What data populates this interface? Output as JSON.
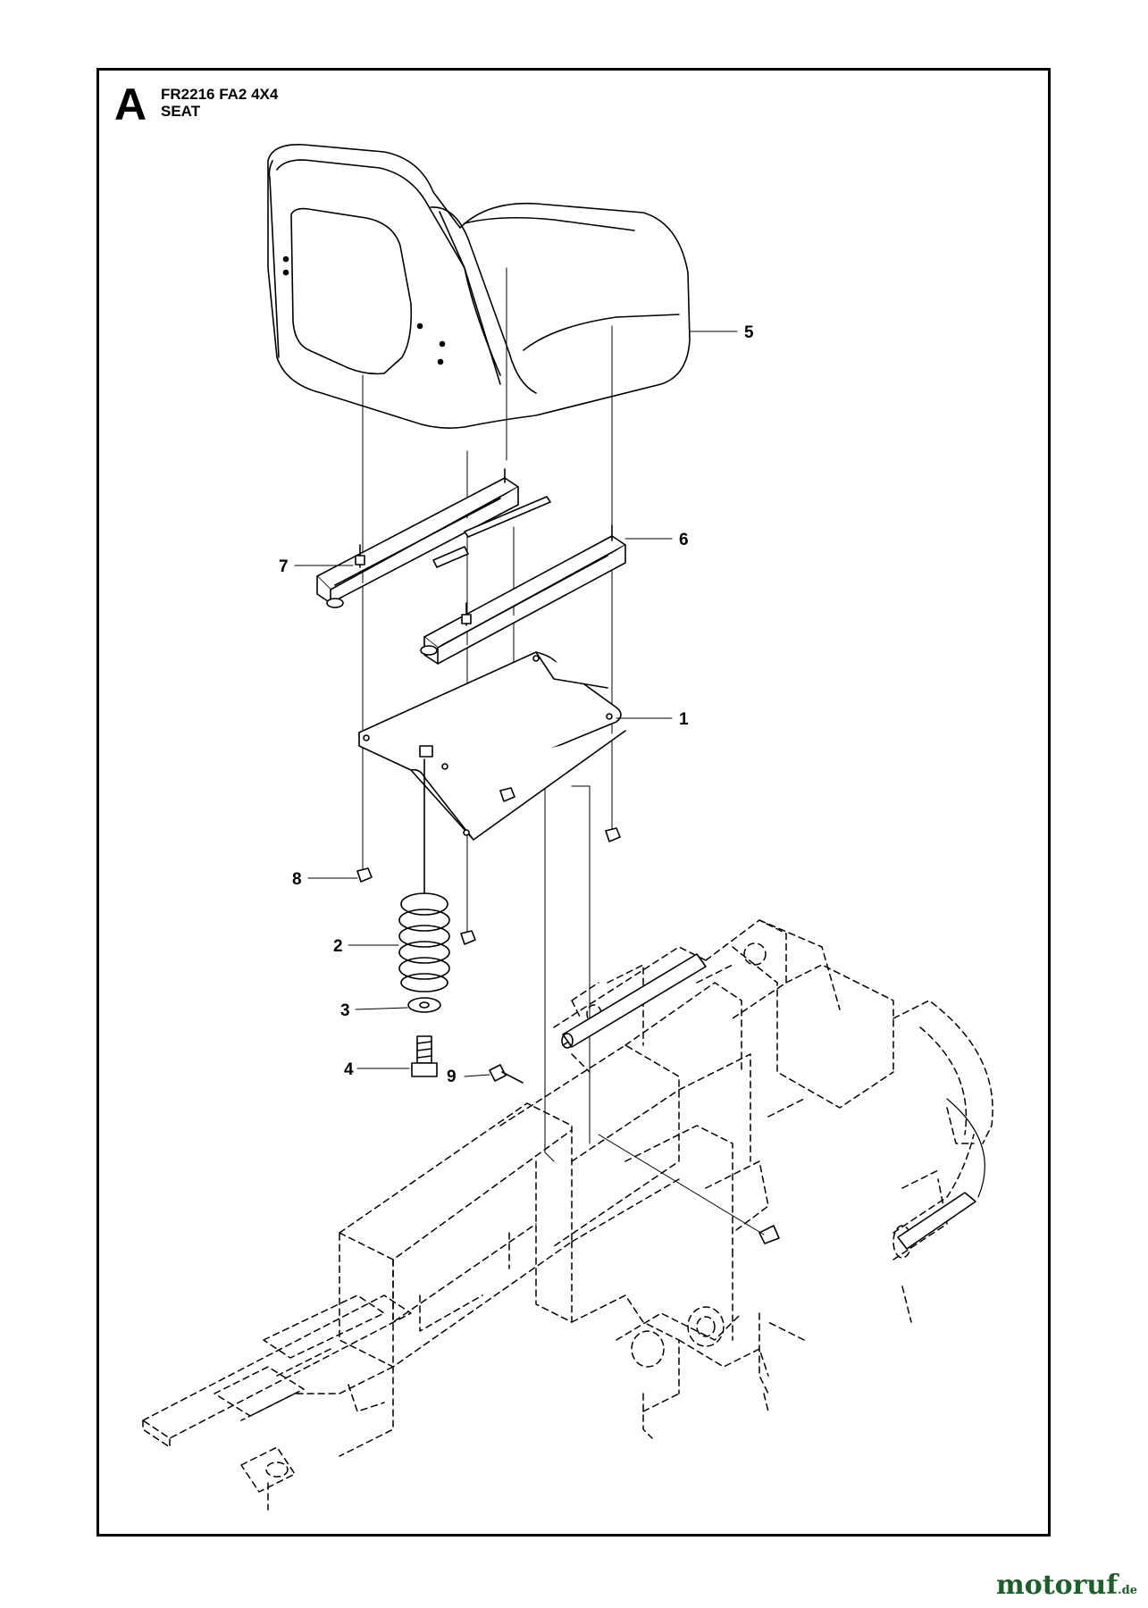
{
  "header": {
    "section_letter": "A",
    "model": "FR2216 FA2 4X4",
    "assembly": "SEAT"
  },
  "callouts": [
    {
      "number": "5",
      "part": "seat"
    },
    {
      "number": "6",
      "part": "slide-rail-right"
    },
    {
      "number": "7",
      "part": "slide-rail-left"
    },
    {
      "number": "1",
      "part": "seat-plate"
    },
    {
      "number": "8",
      "part": "nut"
    },
    {
      "number": "2",
      "part": "spring"
    },
    {
      "number": "3",
      "part": "washer"
    },
    {
      "number": "4",
      "part": "bolt"
    },
    {
      "number": "9",
      "part": "screw"
    }
  ],
  "watermark": {
    "brand": "motoruf",
    "tld": ".de"
  }
}
